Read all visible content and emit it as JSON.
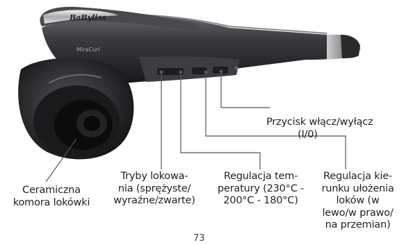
{
  "product": {
    "brand": "BaByliss",
    "model": "MiraCurl"
  },
  "callouts": {
    "power_button": [
      "Przycisk włącz/wyłącz",
      "(I/0)"
    ],
    "curl_modes": [
      "Tryby lokowa-",
      "nia (sprężyste/",
      "wyraźne/zwarte)"
    ],
    "temperature": [
      "Regulacja tem-",
      "peratury (230°C -",
      "200°C - 180°C)"
    ],
    "direction": [
      "Regulacja kie-",
      "runku ułożenia",
      "loków (w",
      "lewo/w prawo/",
      "na przemian)"
    ],
    "chamber": [
      "Ceramiczna",
      "komora lokówki"
    ]
  },
  "page_number": "73",
  "colors": {
    "body_dark": "#2b2b2d",
    "body_mid": "#5c5c60",
    "chrome": "#c9c9cc",
    "line": "#555555",
    "text": "#231f20"
  }
}
